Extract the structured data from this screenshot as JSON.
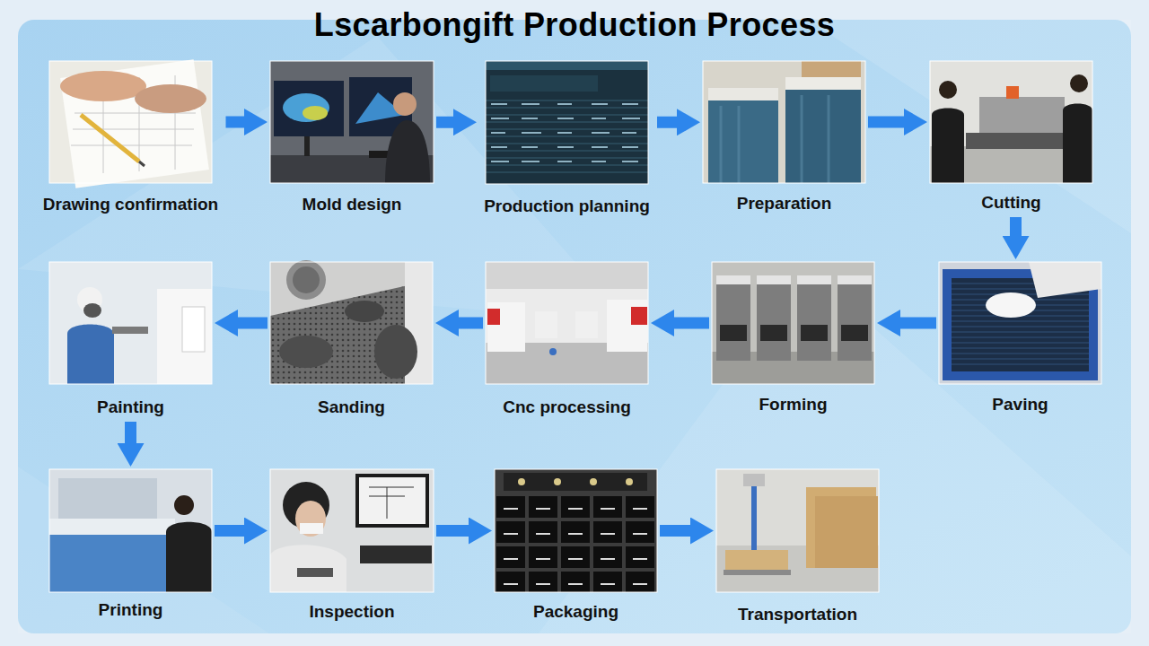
{
  "diagram": {
    "title": "Lscarbongift Production Process",
    "nodes": [
      {
        "text": [
          "Drawing confirmation"
        ]
      },
      {
        "text": [
          "Mold design"
        ]
      },
      {
        "text": [
          "Production planning"
        ]
      },
      {
        "text": [
          "Preparation"
        ]
      },
      {
        "text": [
          "Cutting"
        ]
      },
      {
        "text": [
          "Paving"
        ]
      },
      {
        "text": [
          "Forming"
        ]
      },
      {
        "text": [
          "Cnc processing"
        ]
      },
      {
        "text": [
          "Sanding"
        ]
      },
      {
        "text": [
          "Painting"
        ]
      },
      {
        "text": [
          "Printing"
        ]
      },
      {
        "text": [
          "Inspection"
        ]
      },
      {
        "text": [
          "Packaging"
        ]
      },
      {
        "text": [
          "Transportation"
        ]
      }
    ],
    "edges": [
      {
        "from": 0,
        "to": 1,
        "arrow": "to"
      },
      {
        "from": 1,
        "to": 2,
        "arrow": "to"
      },
      {
        "from": 2,
        "to": 3,
        "arrow": "to"
      },
      {
        "from": 3,
        "to": 4,
        "arrow": "to"
      },
      {
        "from": 4,
        "to": 5,
        "arrow": "to"
      },
      {
        "from": 5,
        "to": 6,
        "arrow": "to"
      },
      {
        "from": 6,
        "to": 7,
        "arrow": "to"
      },
      {
        "from": 7,
        "to": 8,
        "arrow": "to"
      },
      {
        "from": 8,
        "to": 9,
        "arrow": "to"
      },
      {
        "from": 9,
        "to": 10,
        "arrow": "to"
      },
      {
        "from": 10,
        "to": 11,
        "arrow": "to"
      },
      {
        "from": 11,
        "to": 12,
        "arrow": "to"
      },
      {
        "from": 12,
        "to": 13,
        "arrow": "to"
      }
    ]
  }
}
